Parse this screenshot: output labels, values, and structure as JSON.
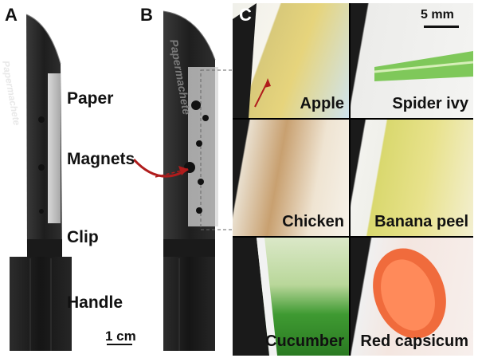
{
  "panels": {
    "a": {
      "letter": "A",
      "brand": "Papermachete",
      "labels": {
        "paper": "Paper",
        "magnets": "Magnets",
        "clip": "Clip",
        "handle": "Handle"
      },
      "scale": "1 cm"
    },
    "b": {
      "letter": "B",
      "brand": "Papermachete"
    },
    "c": {
      "letter": "C",
      "scale": "5 mm",
      "tiles": [
        {
          "label": "Apple"
        },
        {
          "label": "Spider ivy"
        },
        {
          "label": "Chicken"
        },
        {
          "label": "Banana peel"
        },
        {
          "label": "Cucumber"
        },
        {
          "label": "Red capsicum"
        }
      ]
    }
  },
  "colors": {
    "arrow": "#b01c1c",
    "blade": "#2a2a2a",
    "paper": "#c9c9c9"
  }
}
